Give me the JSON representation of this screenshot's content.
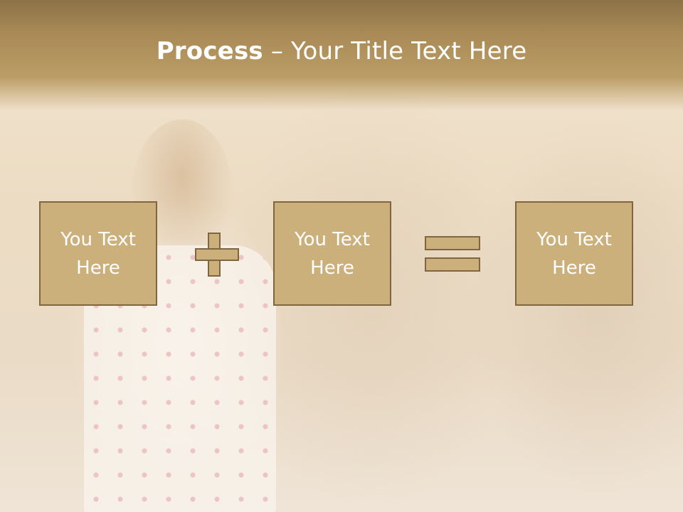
{
  "slide": {
    "title_bold": "Process",
    "title_rest": " – Your Title Text Here"
  },
  "boxes": [
    {
      "line1": "You Text",
      "line2": "Here"
    },
    {
      "line1": "You Text",
      "line2": "Here"
    },
    {
      "line1": "You Text",
      "line2": "Here"
    }
  ],
  "symbols": {
    "operator_1": "plus-icon",
    "operator_2": "equals-icon"
  },
  "colors": {
    "header": "#a98a56",
    "box_fill": "#cbb07c",
    "box_border": "#7f6640",
    "text": "#ffffff"
  }
}
